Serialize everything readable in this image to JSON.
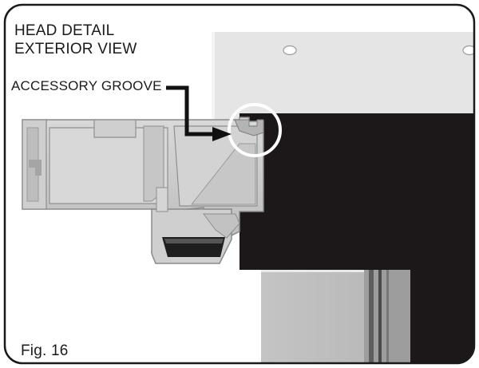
{
  "header": {
    "line1": "HEAD DETAIL",
    "line2": "EXTERIOR VIEW"
  },
  "callout": {
    "label": "ACCESSORY GROOVE"
  },
  "footer": {
    "figure_number": "Fig. 16"
  },
  "colors": {
    "frame_border": "#1a1a1a",
    "wall_panel": "#e4e4e4",
    "frame_dark": "#1c1718",
    "profile_light": "#cfcfcf",
    "profile_mid": "#a9a9a9",
    "glass_grey": "#b9b9b9",
    "highlight_circle": "#ffffff"
  }
}
